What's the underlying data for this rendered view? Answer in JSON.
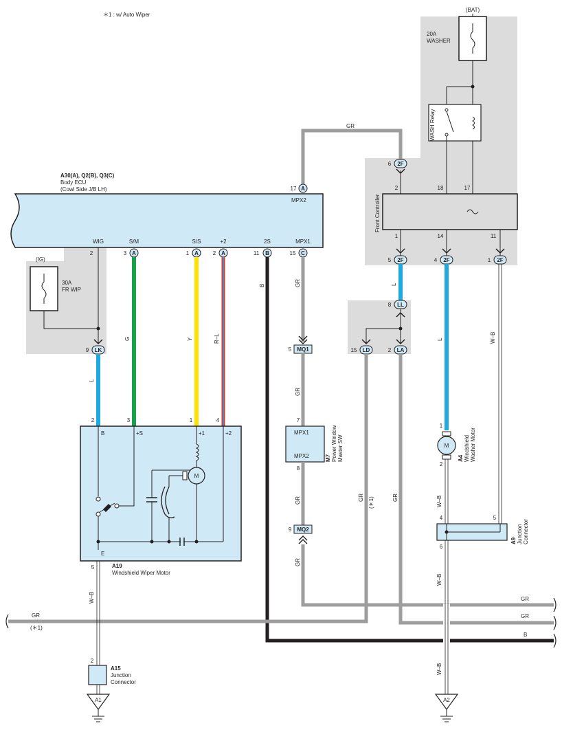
{
  "note": "＊1 : w/ Auto Wiper",
  "power": {
    "bat_label": "(BAT)",
    "ig_label": "(IG)",
    "fuse_washer": {
      "amp": "20A",
      "name": "WASHER"
    },
    "fuse_fr_wip": {
      "amp": "30A",
      "name": "FR WIP"
    },
    "wash_relay": "WASH Relay"
  },
  "front_controller": {
    "name": "Front Controller",
    "pins_top": [
      "2",
      "18",
      "17"
    ],
    "pins_bottom": [
      "1",
      "14",
      "11"
    ]
  },
  "body_ecu": {
    "id": "A30(A), Q2(B), Q3(C)",
    "name": "Body ECU",
    "sub": "(Cowl Side J/B LH)",
    "top_pin": "17",
    "top_conn": "A",
    "top_terminal": "MPX2",
    "terminals": [
      {
        "label": "WIG",
        "pin": "2",
        "conn": ""
      },
      {
        "label": "S/M",
        "pin": "3",
        "conn": "A"
      },
      {
        "label": "S/S",
        "pin": "1",
        "conn": "A"
      },
      {
        "label": "+2",
        "pin": "2",
        "conn": "A"
      },
      {
        "label": "2S",
        "pin": "11",
        "conn": "B"
      },
      {
        "label": "MPX1",
        "pin": "15",
        "conn": "C"
      }
    ]
  },
  "connectors": {
    "c2F_top": {
      "pin": "6",
      "code": "2F"
    },
    "c2F_b1": {
      "pin": "5",
      "code": "2F"
    },
    "c2F_b2": {
      "pin": "4",
      "code": "2F"
    },
    "c2F_b3": {
      "pin": "1",
      "code": "2F"
    },
    "LL": {
      "pin": "8",
      "code": "LL"
    },
    "LD": {
      "pin": "15",
      "code": "LD"
    },
    "LA": {
      "pin": "2",
      "code": "LA"
    },
    "LK": {
      "pin": "9",
      "code": "LK"
    },
    "MQ1": {
      "pin": "5",
      "code": "MQ1"
    },
    "MQ2": {
      "pin": "9",
      "code": "MQ2"
    }
  },
  "wires": {
    "gr": "GR",
    "b": "B",
    "l": "L",
    "g": "G",
    "y": "Y",
    "rl": "R–L",
    "wb": "W–B",
    "star1": "(＊1)"
  },
  "colors": {
    "blue": "#1fa9e1",
    "green": "#18a04a",
    "yellow": "#ffe000",
    "red": "#e8322b",
    "gray": "#9d9d9d",
    "black": "#231f20",
    "module": "#cfe9f6",
    "shade": "#dcdcdc"
  },
  "m7": {
    "id": "M7",
    "name1": "Power Window",
    "name2": "Master SW",
    "pin_top": "7",
    "pin_bottom": "8",
    "t1": "MPX1",
    "t2": "MPX2"
  },
  "a19": {
    "id": "A19",
    "name": "Windshield Wiper Motor",
    "pins": [
      "2",
      "3",
      "1",
      "4"
    ],
    "terms": [
      "B",
      "+S",
      "+1",
      "+2"
    ],
    "e_term": "E",
    "e_pin": "5",
    "motor": "M"
  },
  "a4": {
    "id": "A4",
    "name1": "Windshield",
    "name2": "Washer Motor",
    "pin_top": "1",
    "pin_bottom": "2",
    "motor": "M"
  },
  "a9": {
    "id": "A9",
    "name1": "Junction",
    "name2": "Connector",
    "pin_a": "4",
    "pin_b": "5",
    "pin_c": "6"
  },
  "a15": {
    "id": "A15",
    "name1": "Junction",
    "name2": "Connector",
    "pin": "2"
  },
  "grounds": {
    "g1": "A1",
    "g2": "A2"
  }
}
